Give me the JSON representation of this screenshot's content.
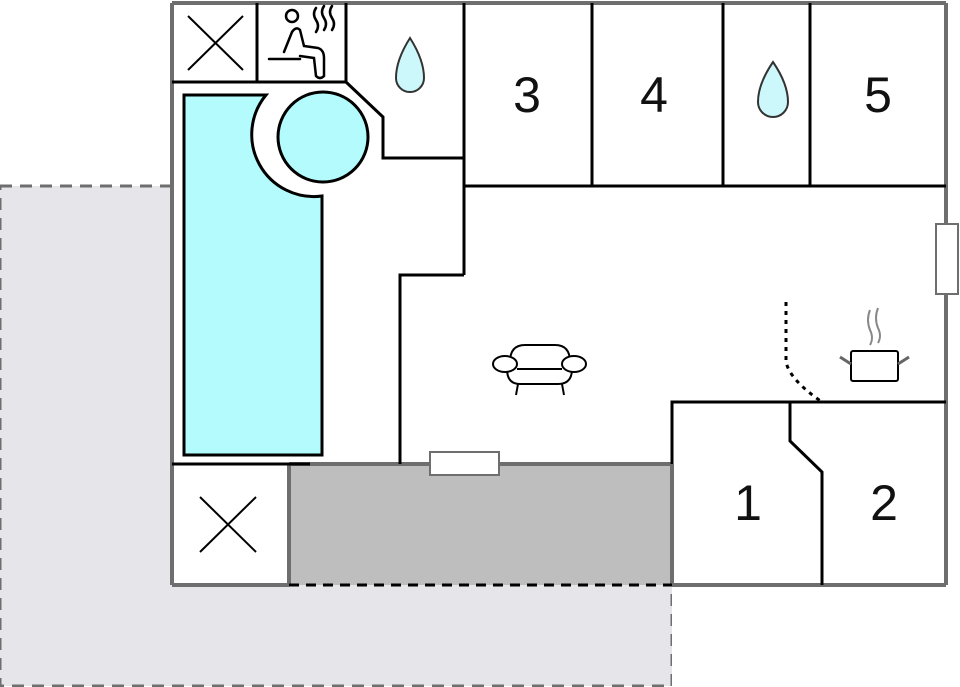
{
  "floorplan": {
    "colors": {
      "outer_wall": "#6e6e6e",
      "inner_wall": "#000000",
      "pool_water": "#b3fbfd",
      "drop_fill": "#cdf8fb",
      "terrace_covered": "#bebebf",
      "terrace_open": "#e6e6ea",
      "background": "#ffffff"
    },
    "rooms": [
      {
        "id": "bedroom-3",
        "label": "3"
      },
      {
        "id": "bedroom-4",
        "label": "4"
      },
      {
        "id": "bedroom-5",
        "label": "5"
      },
      {
        "id": "bedroom-1",
        "label": "1"
      },
      {
        "id": "bedroom-2",
        "label": "2"
      }
    ],
    "icons": [
      {
        "name": "storage-x-top",
        "type": "x-mark"
      },
      {
        "name": "sauna",
        "type": "sauna-person"
      },
      {
        "name": "bathroom-1",
        "type": "water-drop"
      },
      {
        "name": "bathroom-2",
        "type": "water-drop"
      },
      {
        "name": "living-room",
        "type": "sofa"
      },
      {
        "name": "kitchen",
        "type": "cooking-pot"
      },
      {
        "name": "storage-x-bottom",
        "type": "x-mark"
      }
    ],
    "features": [
      "indoor-pool",
      "whirlpool",
      "covered-terrace",
      "open-terrace",
      "windows",
      "staircase"
    ]
  }
}
